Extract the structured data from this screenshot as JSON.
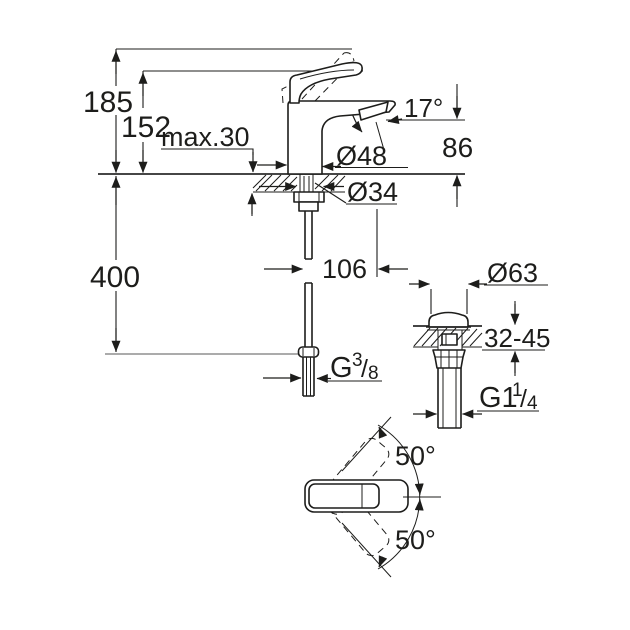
{
  "drawing": {
    "type": "faucet-dimensional-drawing",
    "colors": {
      "line": "#1d1d1b",
      "background": "#ffffff"
    },
    "labels": {
      "total_height": "185",
      "body_height": "152",
      "max_counter_thickness": "max.30",
      "spray_angle": "17°",
      "outlet_height": "86",
      "base_diameter": "Ø48",
      "hole_diameter": "Ø34",
      "below_counter_length": "400",
      "spout_projection": "106",
      "waste_cap_diameter": "Ø63",
      "waste_counter_range": "32-45",
      "supply_thread_prefix": "G",
      "supply_thread_numerator": "3",
      "supply_thread_slash": "/",
      "supply_thread_denominator": "8",
      "waste_thread_prefix": "G1",
      "waste_thread_numerator": "1",
      "waste_thread_slash": "/",
      "waste_thread_denominator": "4",
      "handle_swing_up": "50°",
      "handle_swing_down": "50°"
    }
  }
}
